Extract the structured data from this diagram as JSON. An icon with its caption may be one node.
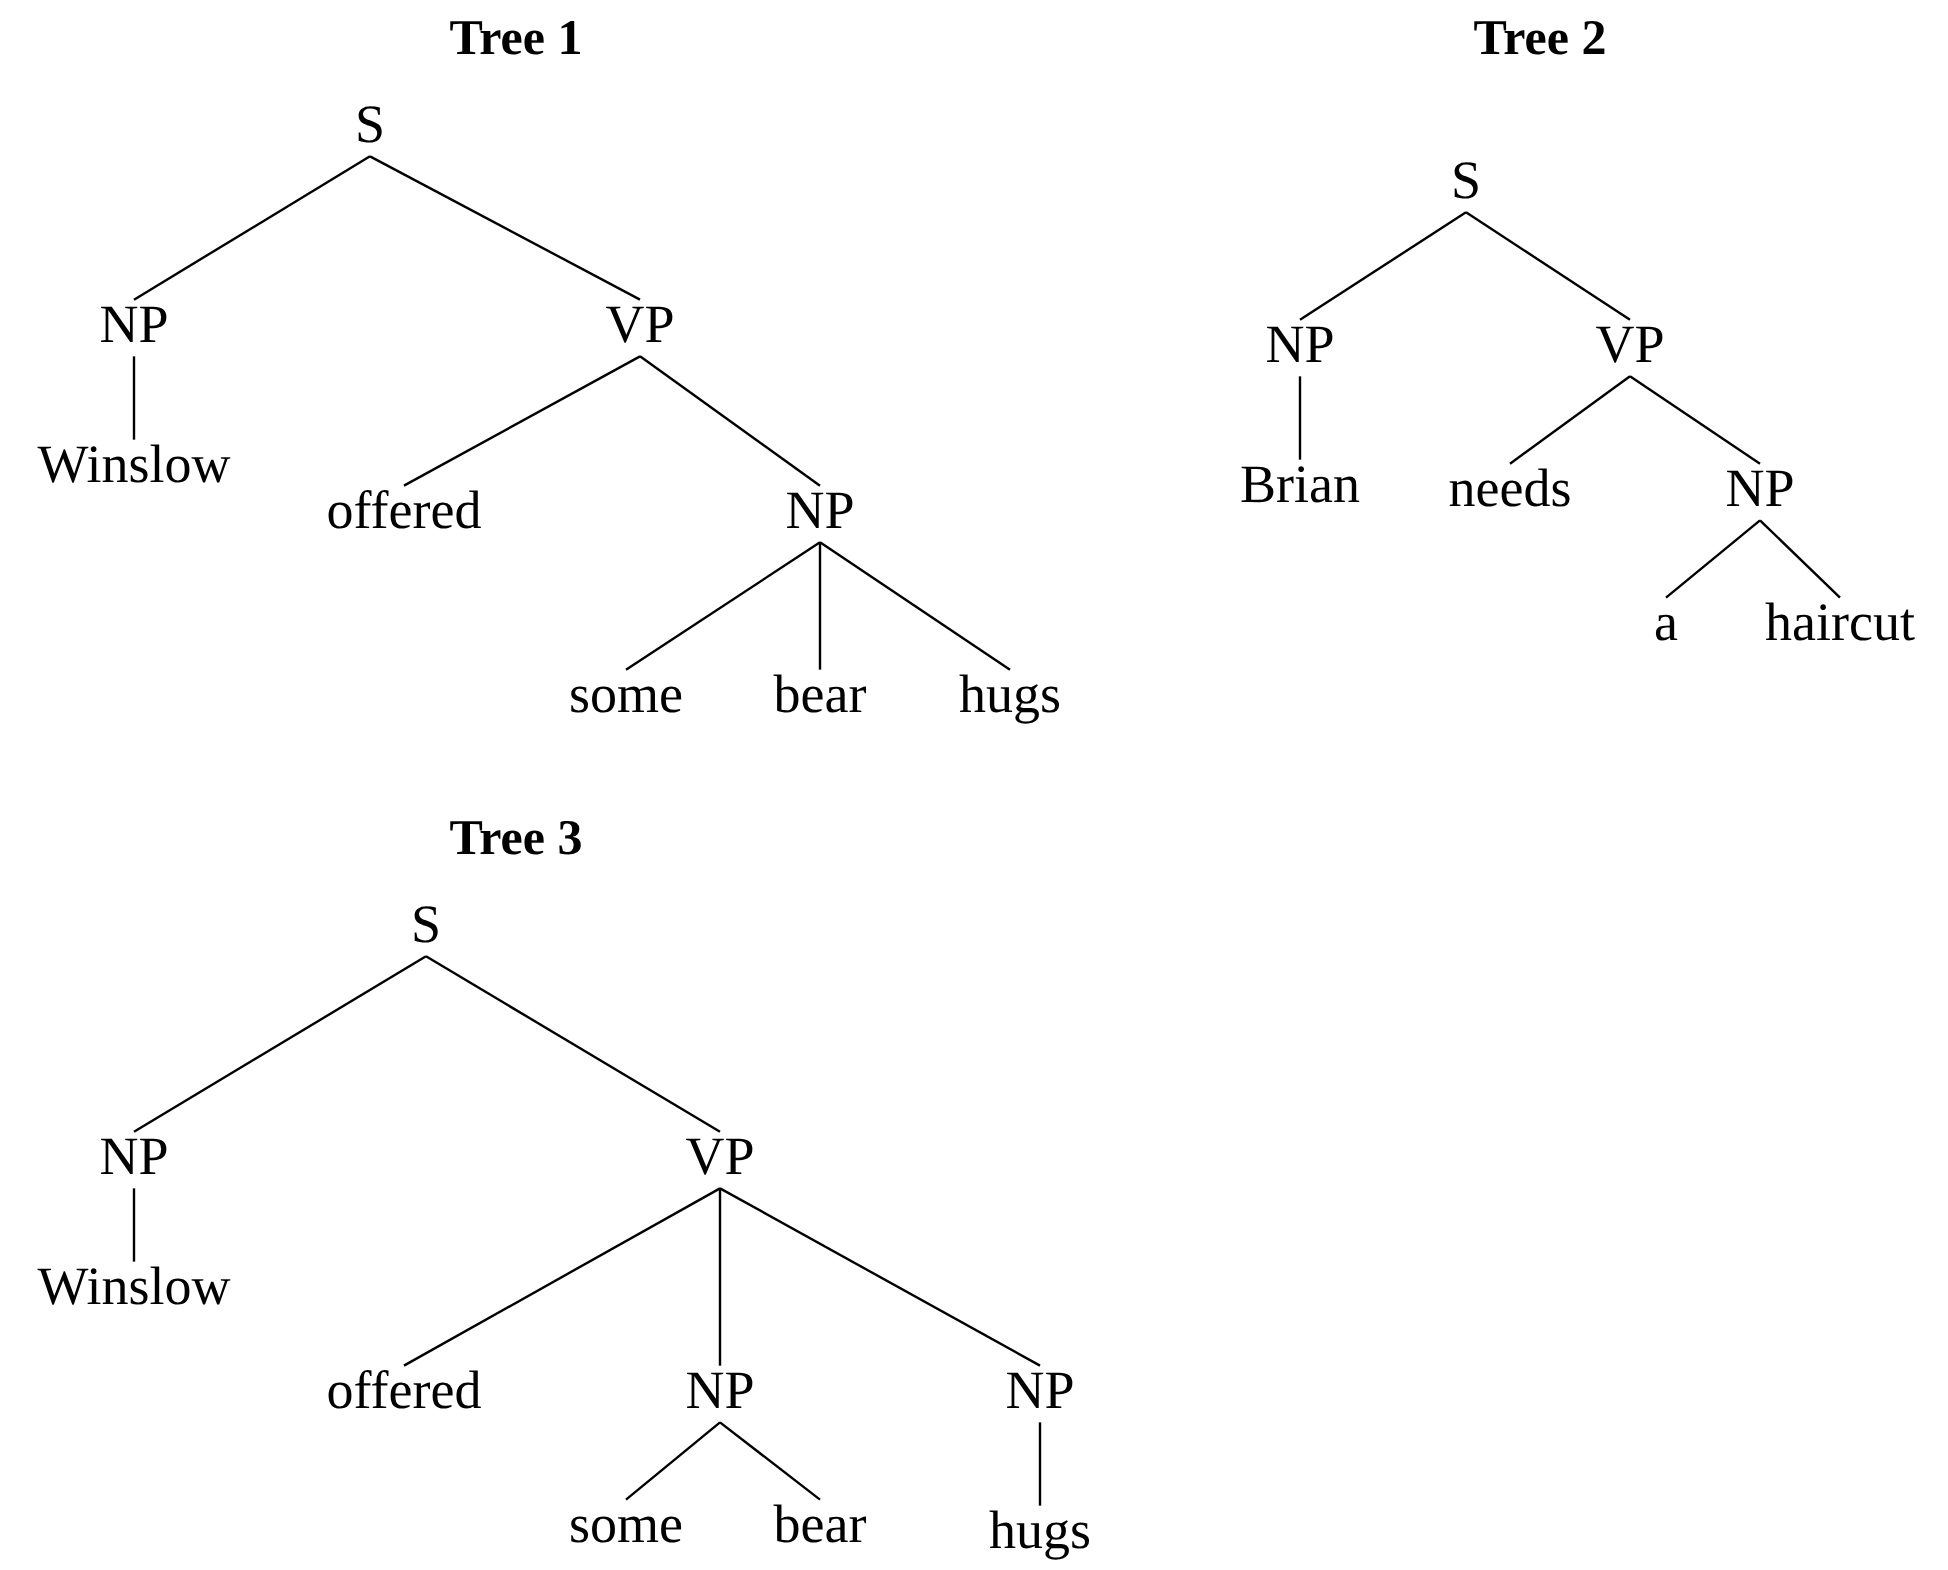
{
  "diagram": {
    "nodes": [
      {
        "text": [
          "S"
        ]
      },
      {
        "text": [
          "NP"
        ]
      },
      {
        "text": [
          "VP"
        ]
      },
      {
        "text": [
          "Winslow"
        ]
      },
      {
        "text": [
          "offered"
        ]
      },
      {
        "text": [
          "NP"
        ]
      },
      {
        "text": [
          "some"
        ]
      },
      {
        "text": [
          "bear"
        ]
      },
      {
        "text": [
          "hugs"
        ]
      },
      {
        "text": [
          "S"
        ]
      },
      {
        "text": [
          "NP"
        ]
      },
      {
        "text": [
          "VP"
        ]
      },
      {
        "text": [
          "Brian"
        ]
      },
      {
        "text": [
          "needs"
        ]
      },
      {
        "text": [
          "NP"
        ]
      },
      {
        "text": [
          "a"
        ]
      },
      {
        "text": [
          "haircut"
        ]
      },
      {
        "text": [
          "S"
        ]
      },
      {
        "text": [
          "NP"
        ]
      },
      {
        "text": [
          "VP"
        ]
      },
      {
        "text": [
          "Winslow"
        ]
      },
      {
        "text": [
          "offered"
        ]
      },
      {
        "text": [
          "NP"
        ]
      },
      {
        "text": [
          "NP"
        ]
      },
      {
        "text": [
          "some"
        ]
      },
      {
        "text": [
          "bear"
        ]
      },
      {
        "text": [
          "hugs"
        ]
      }
    ],
    "edges": [
      {
        "from": 0,
        "to": 1,
        "arrow": "none"
      },
      {
        "from": 0,
        "to": 2,
        "arrow": "none"
      },
      {
        "from": 1,
        "to": 3,
        "arrow": "none"
      },
      {
        "from": 2,
        "to": 4,
        "arrow": "none"
      },
      {
        "from": 2,
        "to": 5,
        "arrow": "none"
      },
      {
        "from": 5,
        "to": 6,
        "arrow": "none"
      },
      {
        "from": 5,
        "to": 7,
        "arrow": "none"
      },
      {
        "from": 5,
        "to": 8,
        "arrow": "none"
      },
      {
        "from": 9,
        "to": 10,
        "arrow": "none"
      },
      {
        "from": 9,
        "to": 11,
        "arrow": "none"
      },
      {
        "from": 10,
        "to": 12,
        "arrow": "none"
      },
      {
        "from": 11,
        "to": 13,
        "arrow": "none"
      },
      {
        "from": 11,
        "to": 14,
        "arrow": "none"
      },
      {
        "from": 14,
        "to": 15,
        "arrow": "none"
      },
      {
        "from": 14,
        "to": 16,
        "arrow": "none"
      },
      {
        "from": 17,
        "to": 18,
        "arrow": "none"
      },
      {
        "from": 17,
        "to": 19,
        "arrow": "none"
      },
      {
        "from": 18,
        "to": 20,
        "arrow": "none"
      },
      {
        "from": 19,
        "to": 21,
        "arrow": "none"
      },
      {
        "from": 19,
        "to": 22,
        "arrow": "none"
      },
      {
        "from": 19,
        "to": 23,
        "arrow": "none"
      },
      {
        "from": 22,
        "to": 24,
        "arrow": "none"
      },
      {
        "from": 22,
        "to": 25,
        "arrow": "none"
      },
      {
        "from": 23,
        "to": 26,
        "arrow": "none"
      }
    ],
    "labels": [
      "Tree 1",
      "Tree 2",
      "Tree 3"
    ]
  }
}
